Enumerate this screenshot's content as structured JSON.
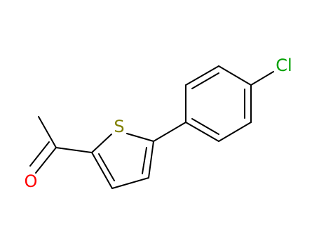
{
  "molecule": {
    "atoms": {
      "sulfur": {
        "label": "S",
        "color": "#808000"
      },
      "oxygen": {
        "label": "O",
        "color": "#ff0000"
      },
      "chlorine": {
        "label": "Cl",
        "color": "#00a000"
      }
    }
  }
}
